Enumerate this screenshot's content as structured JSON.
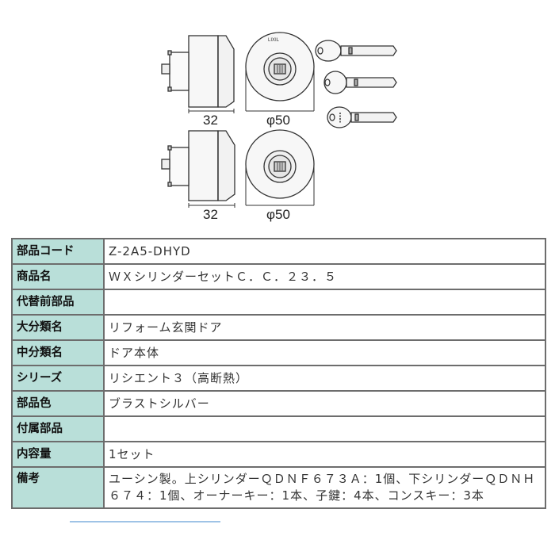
{
  "figure": {
    "upper_cylinder": {
      "width_label": "32",
      "diameter_label": "φ50",
      "brand_mark": "LIXIL"
    },
    "lower_cylinder": {
      "width_label": "32",
      "diameter_label": "φ50"
    },
    "keys": [
      {
        "type": "owner-key"
      },
      {
        "type": "child-key"
      },
      {
        "type": "construction-key"
      }
    ]
  },
  "spec_table": {
    "rows": [
      {
        "label": "部品コード",
        "value": "Z-2A5-DHYD"
      },
      {
        "label": "商品名",
        "value": "ＷＸシリンダーセットＣ．Ｃ．２３．５"
      },
      {
        "label": "代替前部品",
        "value": ""
      },
      {
        "label": "大分類名",
        "value": "リフォーム玄関ドア"
      },
      {
        "label": "中分類名",
        "value": "ドア本体"
      },
      {
        "label": "シリーズ",
        "value": "リシエント３（高断熱）"
      },
      {
        "label": "部品色",
        "value": "ブラストシルバー"
      },
      {
        "label": "付属部品",
        "value": ""
      },
      {
        "label": "内容量",
        "value": "1セット"
      },
      {
        "label": "備考",
        "value": "ユーシン製。上シリンダーＱＤＮＦ６７３Ａ：1個、下シリンダーＱＤＮＨ６７４：1個、オーナーキー：1本、子鍵：4本、コンスキー：3本"
      }
    ]
  },
  "colors": {
    "label_bg": "#b9dfd9",
    "border": "#6d6d6d",
    "value_bg": "#ffffff"
  }
}
